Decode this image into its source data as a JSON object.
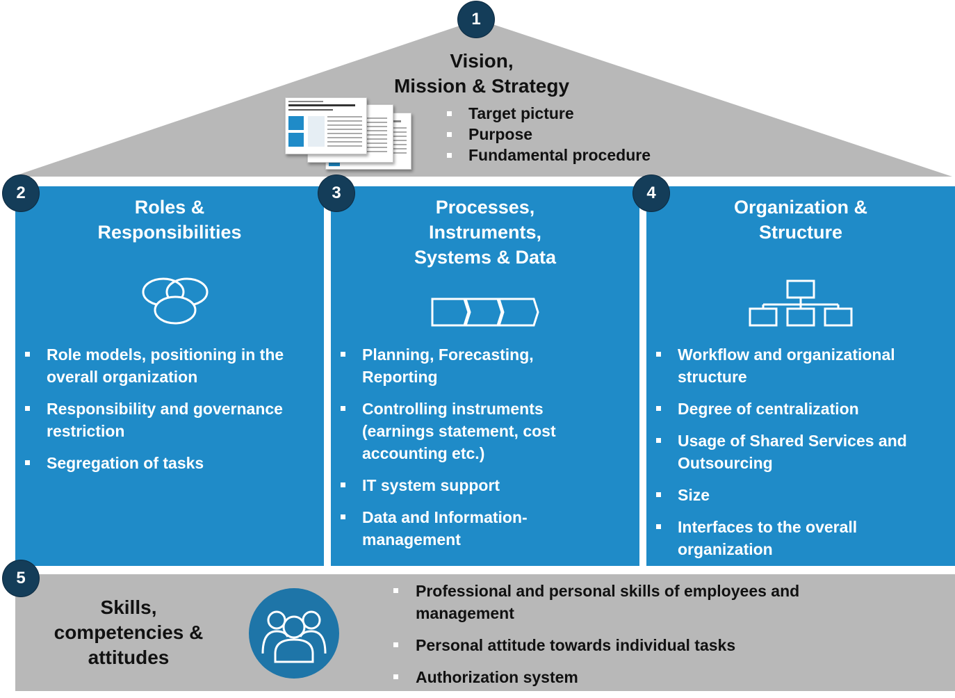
{
  "roof": {
    "number": "1",
    "title_line1": "Vision,",
    "title_line2": "Mission & Strategy",
    "bullets": [
      "Target picture",
      "Purpose",
      "Fundamental procedure"
    ]
  },
  "pillars": [
    {
      "number": "2",
      "title_line1": "Roles &",
      "title_line2": "Responsibilities",
      "icon": "overlapping-circles-icon",
      "bullets": [
        "Role models, positioning in the overall organization",
        "Responsibility and governance restriction",
        "Segregation of tasks"
      ]
    },
    {
      "number": "3",
      "title_line1": "Processes,",
      "title_line2": "Instruments,",
      "title_line3": "Systems & Data",
      "icon": "process-chevrons-icon",
      "bullets": [
        "Planning, Forecasting, Reporting",
        "Controlling instruments (earnings statement, cost accounting etc.)",
        "IT system support",
        "Data and Information-management"
      ]
    },
    {
      "number": "4",
      "title_line1": "Organization &",
      "title_line2": "Structure",
      "icon": "org-chart-icon",
      "bullets": [
        "Workflow and organizational structure",
        "Degree of centralization",
        "Usage of Shared Services and Outsourcing",
        "Size",
        "Interfaces to the overall organization"
      ]
    }
  ],
  "base": {
    "number": "5",
    "title_line1": "Skills,",
    "title_line2": "competencies &",
    "title_line3": "attitudes",
    "icon": "people-group-icon",
    "bullets": [
      "Professional and personal skills of employees and management",
      "Personal attitude towards individual tasks",
      "Authorization system"
    ]
  },
  "colors": {
    "roof": "#b8b8b8",
    "pillar": "#1f8bc8",
    "badge": "#143d59",
    "base_circle": "#1e75a8"
  }
}
